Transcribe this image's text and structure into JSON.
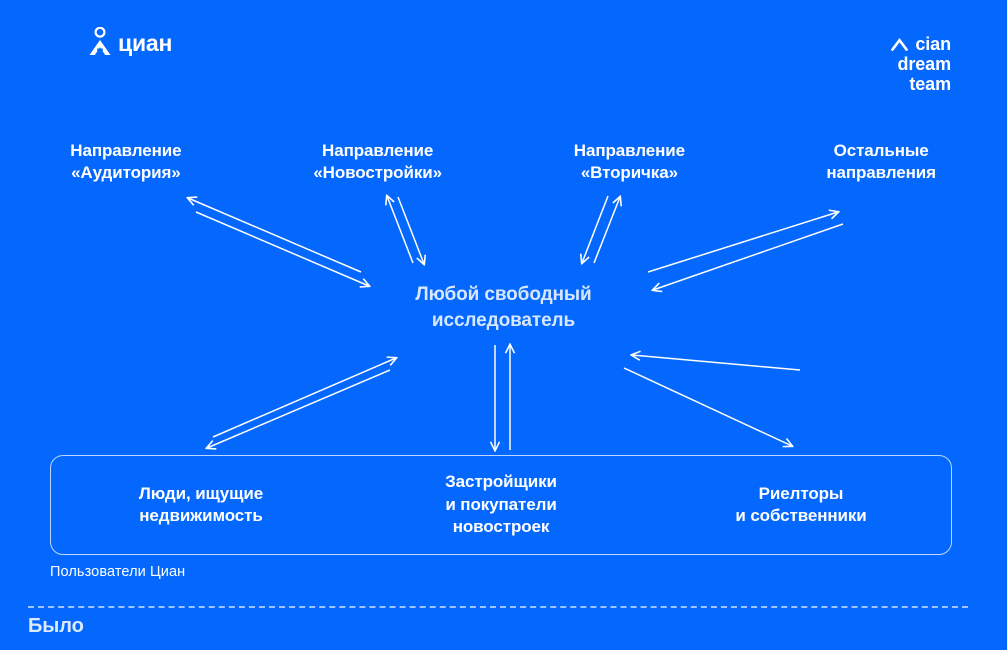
{
  "slide": {
    "background_color": "#0468FF",
    "footer_label": "Было"
  },
  "brand": {
    "cian": {
      "text": "циан",
      "icon": "cian-pin-logo-icon"
    },
    "dream_team": {
      "caret_icon": "caret-up-icon",
      "line1": "cian",
      "line2": "dream",
      "line3": "team"
    }
  },
  "directions": [
    {
      "label": "Направление\n«Аудитория»",
      "line1": "Направление",
      "line2": "«Аудитория»"
    },
    {
      "label": "Направление\n«Новостройки»",
      "line1": "Направление",
      "line2": "«Новостройки»"
    },
    {
      "label": "Направление\n«Вторичка»",
      "line1": "Направление",
      "line2": "«Вторичка»"
    },
    {
      "label": "Остальные\nнаправления",
      "line1": "Остальные",
      "line2": "направления"
    }
  ],
  "center": {
    "line1": "Любой свободный",
    "line2": "исследователь",
    "color": "#D6E7FF"
  },
  "users": {
    "caption": "Пользователи Циан",
    "border_color": "#BBD6FF",
    "cells": [
      {
        "line1": "Люди, ищущие",
        "line2": "недвижимость",
        "line3": ""
      },
      {
        "line1": "Застройщики",
        "line2": "и покупатели",
        "line3": "новостроек"
      },
      {
        "line1": "Риелторы",
        "line2": "и собственники",
        "line3": ""
      }
    ]
  },
  "arrows": {
    "stroke_color": "#FFFFFF",
    "description": "bidirectional double-line arrows radiating from center node",
    "count": 8
  }
}
